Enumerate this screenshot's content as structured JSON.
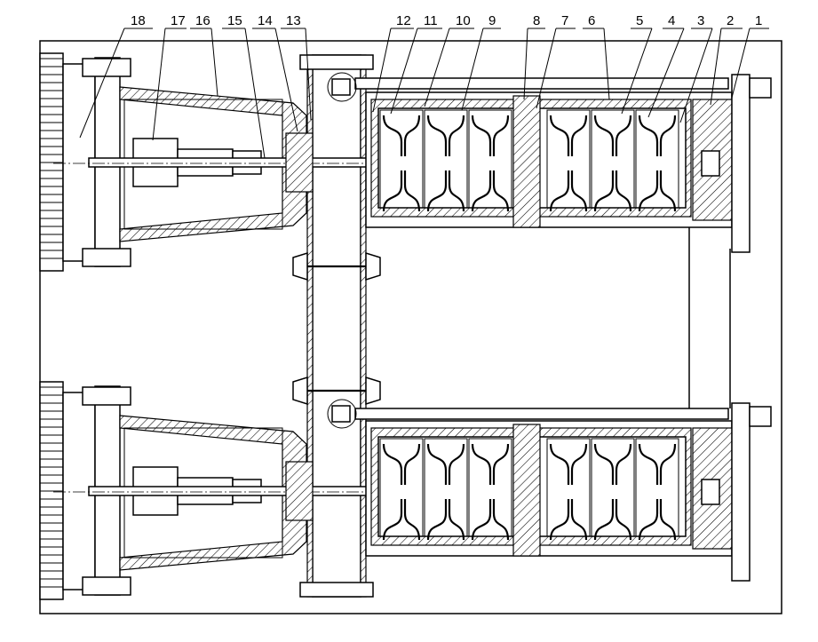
{
  "part_labels": [
    "18",
    "17",
    "16",
    "15",
    "14",
    "13",
    "12",
    "11",
    "10",
    "9",
    "8",
    "7",
    "6",
    "5",
    "4",
    "3",
    "2",
    "1"
  ],
  "colors": {
    "line": "#000000",
    "paper": "#ffffff"
  }
}
